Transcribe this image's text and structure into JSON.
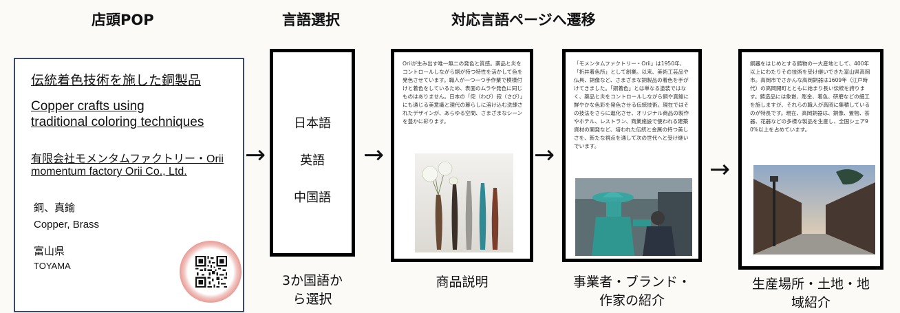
{
  "headers": {
    "pop": "店頭POP",
    "lang_select": "言語選択",
    "transition": "対応言語ページへ遷移"
  },
  "pop_card": {
    "title_ja": "伝統着色技術を施した銅製品",
    "title_en_line1": "Copper crafts using",
    "title_en_line2": "traditional coloring techniques",
    "company_ja": "有限会社モメンタムファクトリー・Orii",
    "company_en": "momentum factory Orii Co., Ltd.",
    "material_ja": "銅、真鍮",
    "material_en": "Copper, Brass",
    "prefecture_ja": "富山県",
    "prefecture_en": "TOYAMA",
    "qr_icon": "qr-code-icon",
    "ring_color": "#e8958e"
  },
  "arrows": {
    "glyph": "→",
    "icon": "right-arrow-icon"
  },
  "language_select": {
    "options": [
      "日本語",
      "英語",
      "中国語"
    ],
    "caption_line1": "3か国語か",
    "caption_line2": "ら選択"
  },
  "pages": [
    {
      "text": "Oriiが生み出す唯一無二の発色と質感。薬品と炎をコントロールしながら銅が持つ特性を活かして色を発色させています。職人が一つ一つ手作業で模様付けと着色をしているため、表面のムラや発色に同じものはありません。日本の「侘（わび）寂（さび）」にも通じる美意識と現代の暮らしに溶け込む洗練されたデザインが、あらゆる空間、さまざまなシーンを豊かに彩ります。",
      "image_icon": "copper-vases-photo",
      "caption_line1": "商品説明",
      "caption_line2": ""
    },
    {
      "text": "「モメンタムファクトリー・Orii」は1950年、「折井着色所」として創業。以来、美術工芸品や仏具、銅像など、さまざまな銅製品の着色を手がけてきました。「銅着色」とは単なる塗装ではなく、薬品と炎をコントロールしながら銅や真鍮に鮮やかな色彩を発色させる伝統技術。現在ではその技法をさらに進化させ、オリジナル商品の製作やホテル、レストラン、商業施設で使われる建築資材の開発など、培われた伝統と金属の持つ美しさを、新たな視点を通して次の世代へと受け継いでいます。",
      "image_icon": "craftsman-statue-photo",
      "caption_line1": "事業者・ブランド・",
      "caption_line2": "作家の紹介"
    },
    {
      "text": "銅器をはじめとする鋳物の一大産地として、400年以上にわたりその技術を受け継いできた富山県高岡市。高岡市でさかんな高岡銅器は1609年（江戸時代）の高岡開町とともに始まり長い伝統を誇ります。鋳造品には象嵌、彫金、着色、研磨などの細工を施しますが、それらの職人が高岡に集積しているのが特長です。現在、高岡銅器は、銅像、置物、茶器、花器などの多様な製品を生産し、全国シェア90%以上を占めています。",
      "image_icon": "old-town-street-photo",
      "caption_line1": "生産場所・土地・地",
      "caption_line2": "域紹介"
    }
  ]
}
